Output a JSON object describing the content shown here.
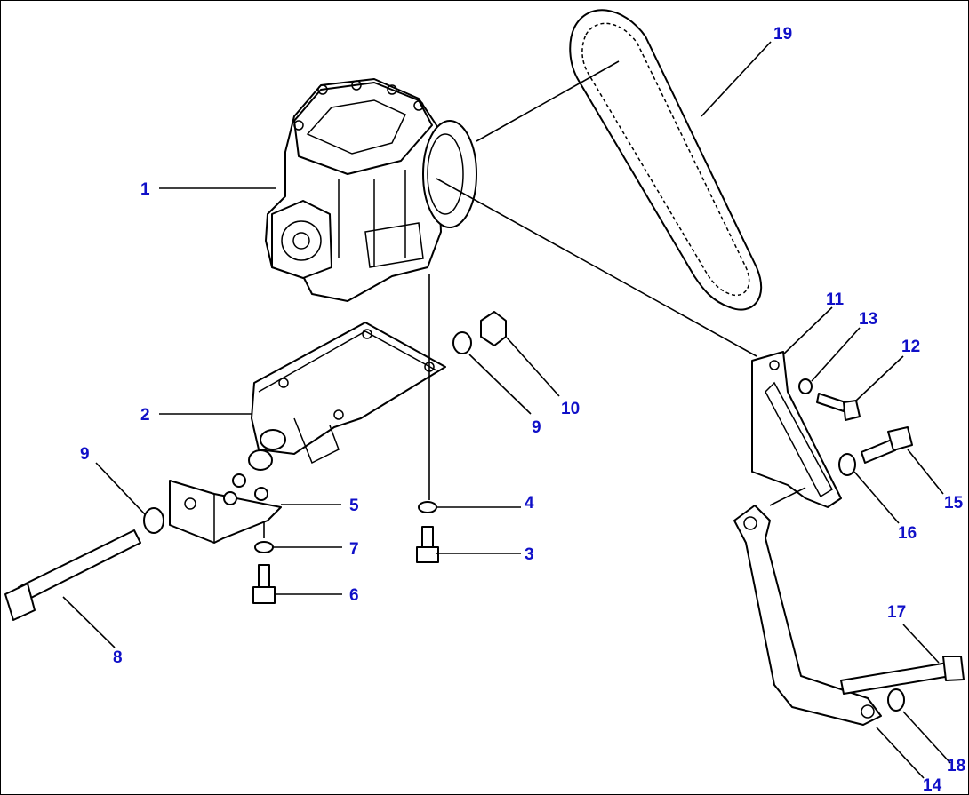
{
  "diagram": {
    "callouts": [
      {
        "id": "c1",
        "text": "1"
      },
      {
        "id": "c2",
        "text": "2"
      },
      {
        "id": "c3",
        "text": "3"
      },
      {
        "id": "c4",
        "text": "4"
      },
      {
        "id": "c5",
        "text": "5"
      },
      {
        "id": "c6",
        "text": "6"
      },
      {
        "id": "c7",
        "text": "7"
      },
      {
        "id": "c8",
        "text": "8"
      },
      {
        "id": "c9a",
        "text": "9"
      },
      {
        "id": "c9b",
        "text": "9"
      },
      {
        "id": "c10",
        "text": "10"
      },
      {
        "id": "c11",
        "text": "11"
      },
      {
        "id": "c12",
        "text": "12"
      },
      {
        "id": "c13",
        "text": "13"
      },
      {
        "id": "c14",
        "text": "14"
      },
      {
        "id": "c15",
        "text": "15"
      },
      {
        "id": "c16",
        "text": "16"
      },
      {
        "id": "c17",
        "text": "17"
      },
      {
        "id": "c18",
        "text": "18"
      },
      {
        "id": "c19",
        "text": "19"
      }
    ],
    "colors": {
      "callout_text": "#1010c8",
      "linework": "#000000",
      "background": "#ffffff"
    }
  }
}
